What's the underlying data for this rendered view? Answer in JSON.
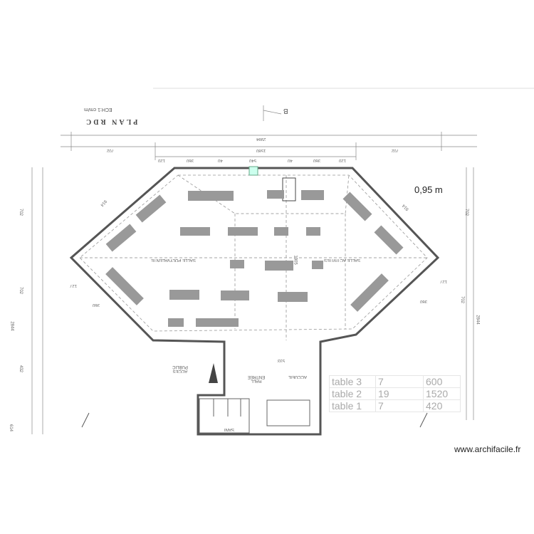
{
  "plan": {
    "title": "PLAN RDC",
    "scale": "ECH:1 cm/m",
    "north_label": "B",
    "rooms": {
      "main_hall": "SALLE POLYVALENTE",
      "activity_room": "SALLE ACTIVITES",
      "hall": "HALL ENTREE",
      "reception": "ACCUEIL",
      "public_access": "ACCES PUBLIC",
      "wc": "SANI"
    },
    "dimensions": {
      "overall_top": "2984",
      "inner_top": "1580",
      "left_seg": "702",
      "right_seg": "702",
      "seg_120a": "120",
      "seg_360a": "360",
      "seg_40a": "40",
      "seg_540": "540",
      "seg_40b": "40",
      "seg_360b": "360",
      "seg_120b": "120",
      "diag_left": "914",
      "diag_right": "914",
      "left_702a": "702",
      "left_702b": "702",
      "left_2844": "2844",
      "left_432": "432",
      "left_614": "614",
      "right_702a": "702",
      "right_702b": "702",
      "right_2844": "2844",
      "mid_1305": "1305",
      "small_127a": "127",
      "small_127b": "127",
      "small_360a": "360",
      "small_360b": "360",
      "entry_533": "533"
    },
    "measurement": "0,95 m"
  },
  "furniture_table": {
    "rows": [
      {
        "name": "table 3",
        "count": "7",
        "length": "600"
      },
      {
        "name": "table 2",
        "count": "19",
        "length": "1520"
      },
      {
        "name": "table 1",
        "count": "7",
        "length": "420"
      }
    ]
  },
  "watermark": "www.archifacile.fr"
}
